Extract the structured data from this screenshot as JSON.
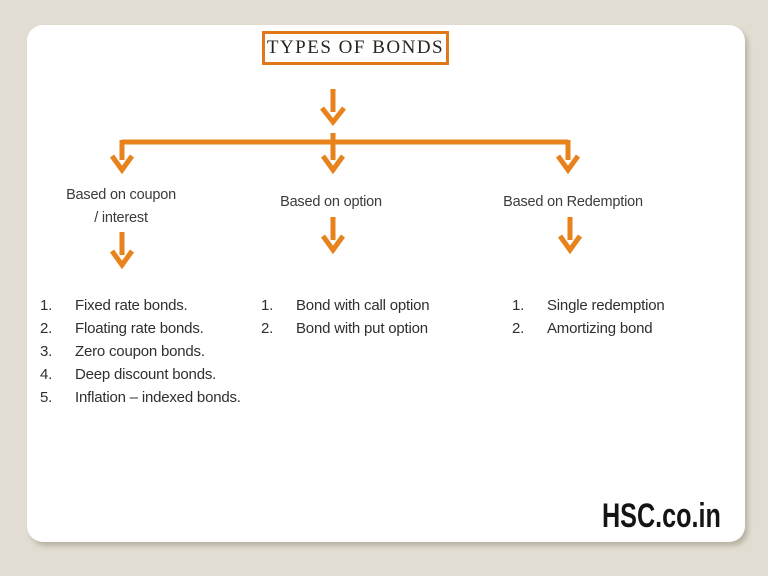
{
  "colors": {
    "accent_orange": "#E8821D",
    "title_border": "#DF771B",
    "background_beige": "#E2DDD2",
    "card_white": "#FFFFFF",
    "text_dark": "#2F2F2F"
  },
  "title": {
    "label": "TYPES OF BONDS"
  },
  "branches": [
    {
      "label_line1": "Based on coupon",
      "label_line2": "/ interest",
      "items": [
        {
          "num": "1.",
          "text": "Fixed rate bonds."
        },
        {
          "num": "2.",
          "text": "Floating rate bonds."
        },
        {
          "num": "3.",
          "text": "Zero coupon bonds."
        },
        {
          "num": "4.",
          "text": "Deep discount bonds."
        },
        {
          "num": "5.",
          "text": "Inflation – indexed bonds."
        }
      ]
    },
    {
      "label_line1": "Based on option",
      "label_line2": "",
      "items": [
        {
          "num": "1.",
          "text": "Bond with call option"
        },
        {
          "num": "2.",
          "text": "Bond with put option"
        }
      ]
    },
    {
      "label_line1": "Based on Redemption",
      "label_line2": "",
      "items": [
        {
          "num": "1.",
          "text": "Single redemption"
        },
        {
          "num": "2.",
          "text": "Amortizing bond"
        }
      ]
    }
  ],
  "watermark": {
    "label": "HSC.co.in"
  }
}
